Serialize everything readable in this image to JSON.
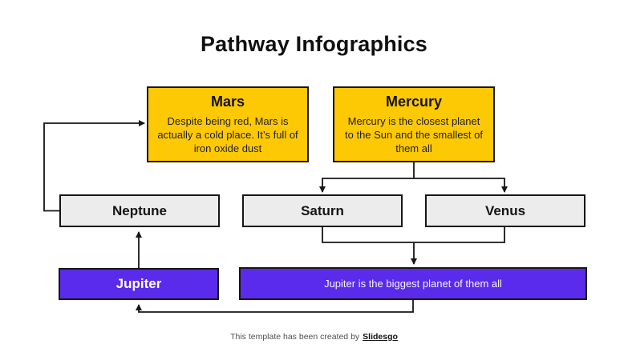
{
  "slide": {
    "title": "Pathway Infographics",
    "footer_prefix": "This template has been created by",
    "footer_brand": "Slidesgo"
  },
  "colors": {
    "yellow": "#FDC804",
    "purple": "#5A2BEB",
    "gray": "#ECECEC",
    "line": "#161616"
  },
  "nodes": {
    "mars": {
      "title": "Mars",
      "description": "Despite being red, Mars is actually a cold place. It’s full of iron oxide dust"
    },
    "mercury": {
      "title": "Mercury",
      "description": "Mercury is the closest planet to the Sun and the smallest of them all"
    },
    "neptune": {
      "label": "Neptune"
    },
    "saturn": {
      "label": "Saturn"
    },
    "venus": {
      "label": "Venus"
    },
    "jupiter": {
      "label": "Jupiter"
    },
    "jupiter_note": {
      "label": "Jupiter is the biggest planet of them all"
    }
  }
}
